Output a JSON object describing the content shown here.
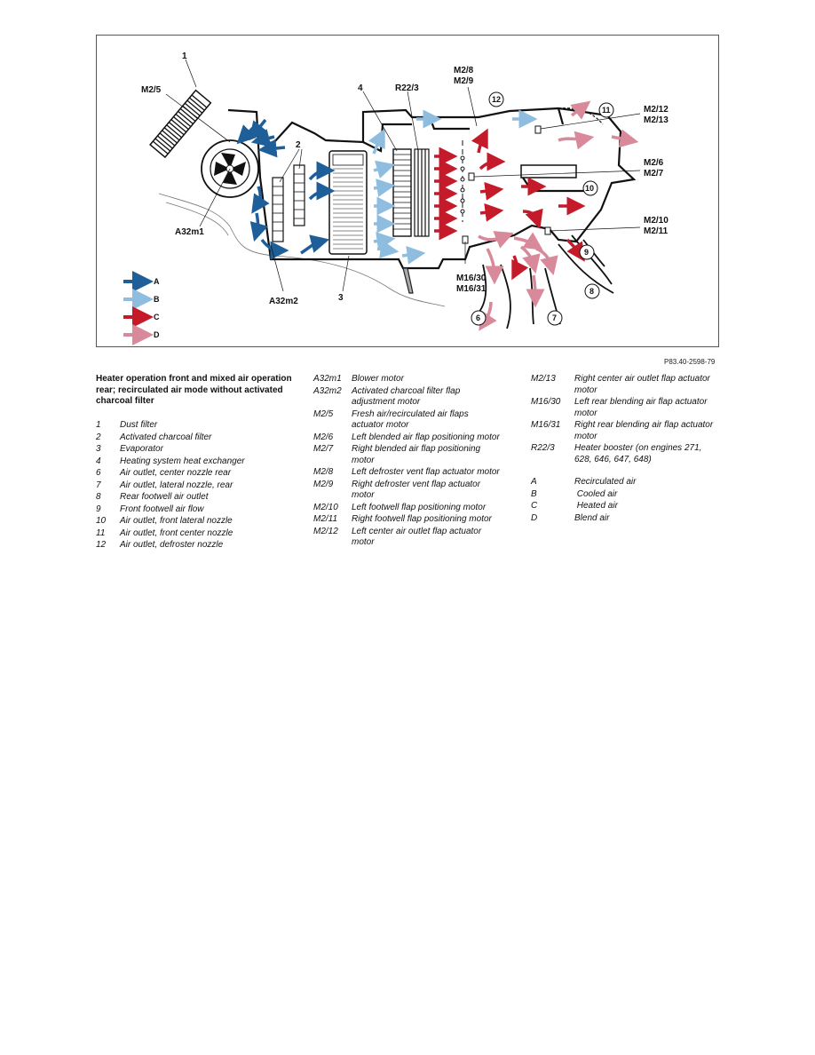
{
  "diagram": {
    "labels": {
      "l1": "1",
      "m25": "M2/5",
      "a32m1": "A32m1",
      "l2": "2",
      "a32m2": "A32m2",
      "l3": "3",
      "l4": "4",
      "r223": "R22/3",
      "m28": "M2/8",
      "m29": "M2/9",
      "m212": "M2/12",
      "m213": "M2/13",
      "m26": "M2/6",
      "m27": "M2/7",
      "m210": "M2/10",
      "m211": "M2/11",
      "m1630": "M16/30",
      "m1631": "M16/31"
    },
    "circled": {
      "c6": "6",
      "c7": "7",
      "c8": "8",
      "c9": "9",
      "c10": "10",
      "c11": "11",
      "c12": "12"
    },
    "arrow_legend": [
      {
        "letter": "A",
        "color": "#1f5f99"
      },
      {
        "letter": "B",
        "color": "#8fbde0"
      },
      {
        "letter": "C",
        "color": "#c41a2a"
      },
      {
        "letter": "D",
        "color": "#d98a9a"
      }
    ]
  },
  "figure_ref": "P83.40-2598-79",
  "caption": "Heater operation front and mixed air operation rear; recirculated air mode without activated charcoal filter",
  "legend_numbers": [
    {
      "key": "1",
      "text": "Dust filter"
    },
    {
      "key": "2",
      "text": "Activated charcoal filter"
    },
    {
      "key": "3",
      "text": "Evaporator"
    },
    {
      "key": "4",
      "text": "Heating system heat exchanger"
    },
    {
      "key": "6",
      "text": "Air outlet, center nozzle rear"
    },
    {
      "key": "7",
      "text": "Air outlet, lateral nozzle, rear"
    },
    {
      "key": "8",
      "text": "Rear footwell air outlet"
    },
    {
      "key": "9",
      "text": "Front footwell air flow"
    },
    {
      "key": "10",
      "text": "Air outlet, front lateral nozzle"
    },
    {
      "key": "11",
      "text": "Air outlet, front center nozzle"
    },
    {
      "key": "12",
      "text": "Air outlet, defroster nozzle"
    }
  ],
  "legend_components_1": [
    {
      "key": "A32m1",
      "text": "Blower motor"
    },
    {
      "key": "A32m2",
      "text": "Activated charcoal filter flap adjustment motor"
    },
    {
      "key": "M2/5",
      "text": "Fresh air/recirculated air flaps actuator motor"
    },
    {
      "key": "M2/6",
      "text": "Left blended air flap positioning motor"
    },
    {
      "key": "M2/7",
      "text": "Right blended air flap positioning motor"
    },
    {
      "key": "M2/8",
      "text": "Left defroster vent flap actuator motor"
    },
    {
      "key": "M2/9",
      "text": "Right defroster vent flap actuator motor"
    },
    {
      "key": "M2/10",
      "text": "Left footwell flap positioning motor"
    },
    {
      "key": "M2/11",
      "text": "Right footwell flap positioning motor"
    },
    {
      "key": "M2/12",
      "text": "Left center air outlet flap actuator motor"
    }
  ],
  "legend_components_2": [
    {
      "key": "M2/13",
      "text": "Right center air outlet flap actuator motor"
    },
    {
      "key": "M16/30",
      "text": "Left rear blending air flap actuator motor"
    },
    {
      "key": "M16/31",
      "text": "Right rear blending air flap actuator motor"
    },
    {
      "key": "R22/3",
      "text": "Heater booster (on engines 271, 628, 646, 647, 648)"
    }
  ],
  "legend_air": [
    {
      "key": "A",
      "text": "Recirculated air"
    },
    {
      "key": "B",
      "text": " Cooled air"
    },
    {
      "key": "C",
      "text": " Heated air"
    },
    {
      "key": "D",
      "text": "Blend air"
    }
  ]
}
